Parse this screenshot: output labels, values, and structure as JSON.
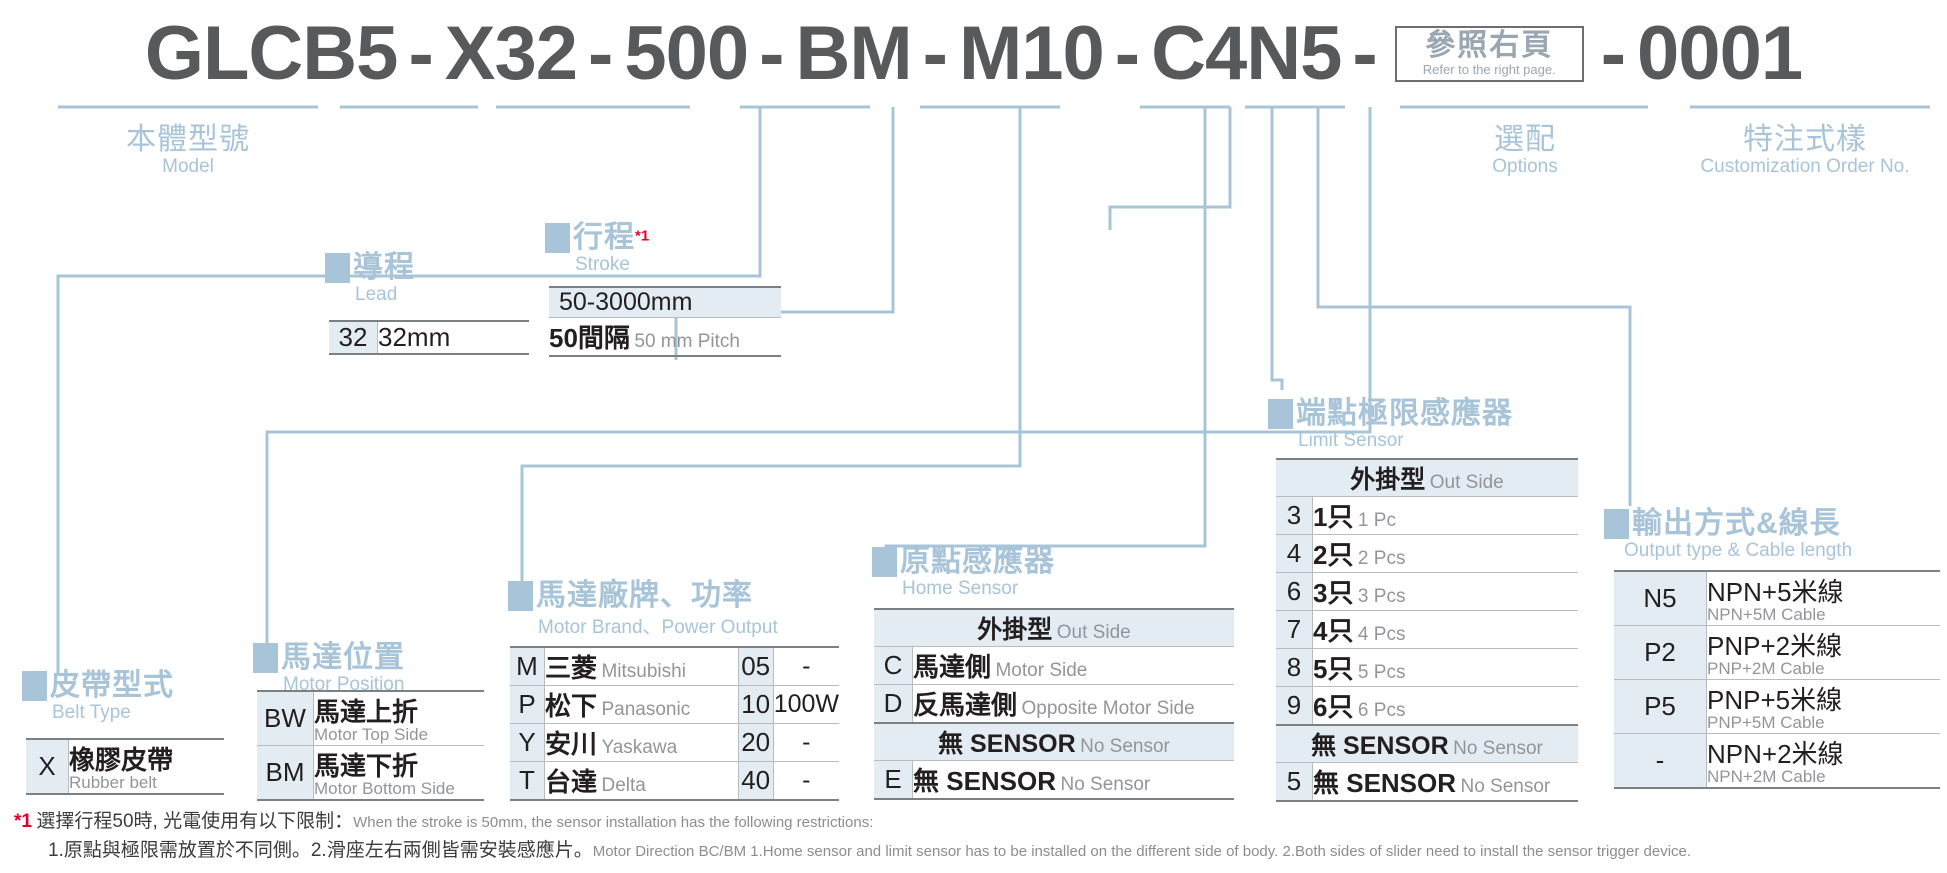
{
  "colors": {
    "accent": "#a8c4d8",
    "accent_fill": "#e3ecf3",
    "code_text": "#231f20",
    "muted": "#939598",
    "red": "#e4002b",
    "dark": "#58595b"
  },
  "part_number": {
    "segments": [
      "GLCB5",
      "X32",
      "500",
      "BM",
      "M10",
      "C4N5"
    ],
    "separator": "-",
    "option_box": {
      "zh": "參照右頁",
      "en": "Refer to the right page."
    },
    "final": "0001"
  },
  "groups": {
    "model": {
      "zh": "本體型號",
      "en": "Model"
    },
    "lead": {
      "zh": "導程",
      "en": "Lead"
    },
    "stroke": {
      "zh": "行程",
      "en": "Stroke",
      "footnote_mark": "*1"
    },
    "belt": {
      "zh": "皮帶型式",
      "en": "Belt Type"
    },
    "motor_pos": {
      "zh": "馬達位置",
      "en": "Motor Position"
    },
    "motor_brand": {
      "zh": "馬達廠牌、功率",
      "en": "Motor Brand、Power Output"
    },
    "home_sensor": {
      "zh": "原點感應器",
      "en": "Home Sensor"
    },
    "limit_sensor": {
      "zh": "端點極限感應器",
      "en": "Limit Sensor"
    },
    "options": {
      "zh": "選配",
      "en": "Options"
    },
    "custom": {
      "zh": "特注式樣",
      "en": "Customization Order No."
    },
    "output": {
      "zh": "輸出方式&線長",
      "en": "Output type & Cable length"
    }
  },
  "tables": {
    "lead": {
      "rows": [
        {
          "code": "32",
          "zh": "32mm",
          "en": ""
        }
      ]
    },
    "stroke": {
      "rows": [
        {
          "header": "50-3000mm"
        },
        {
          "zh": "50間隔",
          "en": "50 mm Pitch"
        }
      ]
    },
    "belt": {
      "rows": [
        {
          "code": "X",
          "zh": "橡膠皮帶",
          "en": "Rubber belt"
        }
      ]
    },
    "motor_pos": {
      "rows": [
        {
          "code": "BW",
          "zh": "馬達上折",
          "en": "Motor Top Side"
        },
        {
          "code": "BM",
          "zh": "馬達下折",
          "en": "Motor Bottom Side"
        }
      ]
    },
    "motor_brand": {
      "rows": [
        {
          "code": "M",
          "zh": "三菱",
          "en": "Mitsubishi",
          "pcode": "05",
          "power": "-"
        },
        {
          "code": "P",
          "zh": "松下",
          "en": "Panasonic",
          "pcode": "10",
          "power": "100W"
        },
        {
          "code": "Y",
          "zh": "安川",
          "en": "Yaskawa",
          "pcode": "20",
          "power": "-"
        },
        {
          "code": "T",
          "zh": "台達",
          "en": "Delta",
          "pcode": "40",
          "power": "-"
        }
      ]
    },
    "home_sensor": {
      "group1": {
        "zh": "外掛型",
        "en": "Out Side"
      },
      "rows1": [
        {
          "code": "C",
          "zh": "馬達側",
          "en": "Motor Side"
        },
        {
          "code": "D",
          "zh": "反馬達側",
          "en": "Opposite Motor Side"
        }
      ],
      "group2": {
        "zh": "無 SENSOR",
        "en": "No Sensor"
      },
      "rows2": [
        {
          "code": "E",
          "zh": "無 SENSOR",
          "en": "No Sensor"
        }
      ]
    },
    "limit_sensor": {
      "group1": {
        "zh": "外掛型",
        "en": "Out Side"
      },
      "rows1": [
        {
          "code": "3",
          "zh": "1只",
          "en": "1 Pc"
        },
        {
          "code": "4",
          "zh": "2只",
          "en": "2 Pcs"
        },
        {
          "code": "6",
          "zh": "3只",
          "en": "3 Pcs"
        },
        {
          "code": "7",
          "zh": "4只",
          "en": "4 Pcs"
        },
        {
          "code": "8",
          "zh": "5只",
          "en": "5 Pcs"
        },
        {
          "code": "9",
          "zh": "6只",
          "en": "6 Pcs"
        }
      ],
      "group2": {
        "zh": "無 SENSOR",
        "en": "No Sensor"
      },
      "rows2": [
        {
          "code": "5",
          "zh": "無 SENSOR",
          "en": "No Sensor"
        }
      ]
    },
    "output": {
      "rows": [
        {
          "code": "N5",
          "zh": "NPN+5米線",
          "en": "NPN+5M Cable"
        },
        {
          "code": "P2",
          "zh": "PNP+2米線",
          "en": "PNP+2M Cable"
        },
        {
          "code": "P5",
          "zh": "PNP+5米線",
          "en": "PNP+5M Cable"
        },
        {
          "code": "-",
          "zh": "NPN+2米線",
          "en": "NPN+2M Cable"
        }
      ]
    }
  },
  "footnote": {
    "mark": "*1",
    "line1_zh": "選擇行程50時, 光電使用有以下限制：",
    "line1_en": "When the stroke is 50mm, the sensor installation has  the following restrictions:",
    "line2_zh": "1.原點與極限需放置於不同側。2.滑座左右兩側皆需安裝感應片。",
    "line2_en": "Motor Direction BC/BM 1.Home sensor and limit sensor has to be installed on the different side of body.  2.Both sides of slider need to install the sensor trigger device."
  }
}
